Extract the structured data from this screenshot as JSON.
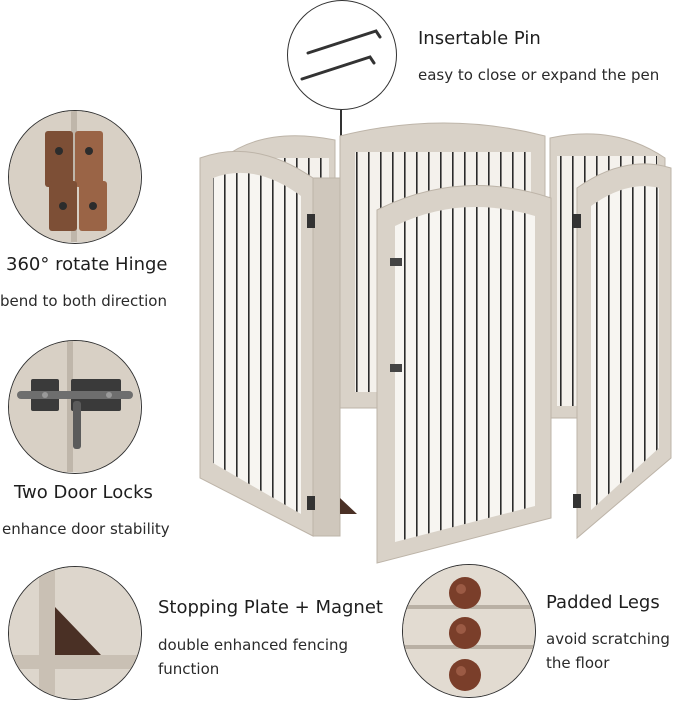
{
  "features": {
    "pin": {
      "title": "Insertable Pin",
      "subtitle": "easy to close or expand the pen"
    },
    "hinge": {
      "title": "360° rotate Hinge",
      "subtitle": "bend to both direction"
    },
    "locks": {
      "title": "Two Door Locks",
      "subtitle": "enhance door stability"
    },
    "plate": {
      "title": "Stopping Plate + Magnet",
      "subtitle_line1": "double enhanced fencing",
      "subtitle_line2": "function"
    },
    "legs": {
      "title": "Padded Legs",
      "subtitle_line1": "avoid scratching",
      "subtitle_line2": "the floor"
    }
  },
  "colors": {
    "wood": "#d9d2c8",
    "wood_dark": "#bdb4a8",
    "wire": "#2b2b2b",
    "hardware": "#8a5a3c",
    "felt": "#7a3e2a"
  }
}
